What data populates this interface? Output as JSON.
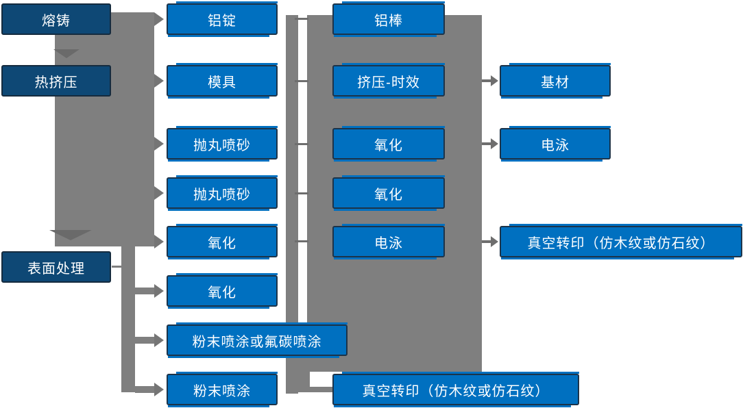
{
  "diagram": {
    "type": "process-flowchart",
    "column1": [
      {
        "label": "熔铸"
      },
      {
        "label": "热挤压"
      },
      {
        "label": "表面处理"
      }
    ],
    "column2": [
      {
        "label": "铝锭"
      },
      {
        "label": "模具"
      },
      {
        "label": "抛丸喷砂"
      },
      {
        "label": "抛丸喷砂"
      },
      {
        "label": "氧化"
      },
      {
        "label": "氧化"
      },
      {
        "label": "粉末喷涂或氟碳喷涂"
      },
      {
        "label": "粉末喷涂"
      }
    ],
    "column3": [
      {
        "label": "铝棒"
      },
      {
        "label": "挤压-时效"
      },
      {
        "label": "氧化"
      },
      {
        "label": "氧化"
      },
      {
        "label": "电泳"
      },
      {
        "label": "真空转印（仿木纹或仿石纹）"
      }
    ],
    "column4": [
      {
        "label": "基材"
      },
      {
        "label": "电泳"
      },
      {
        "label": "真空转印（仿木纹或仿石纹）"
      }
    ],
    "colors": {
      "node_blue": "#0070c0",
      "node_dark_blue": "#0e4875",
      "node_border": "#1c3349",
      "connector_gray": "#7f7f7f",
      "arrow_gray": "#6a6a6a",
      "text": "#ffffff",
      "background": "#ffffff"
    }
  }
}
